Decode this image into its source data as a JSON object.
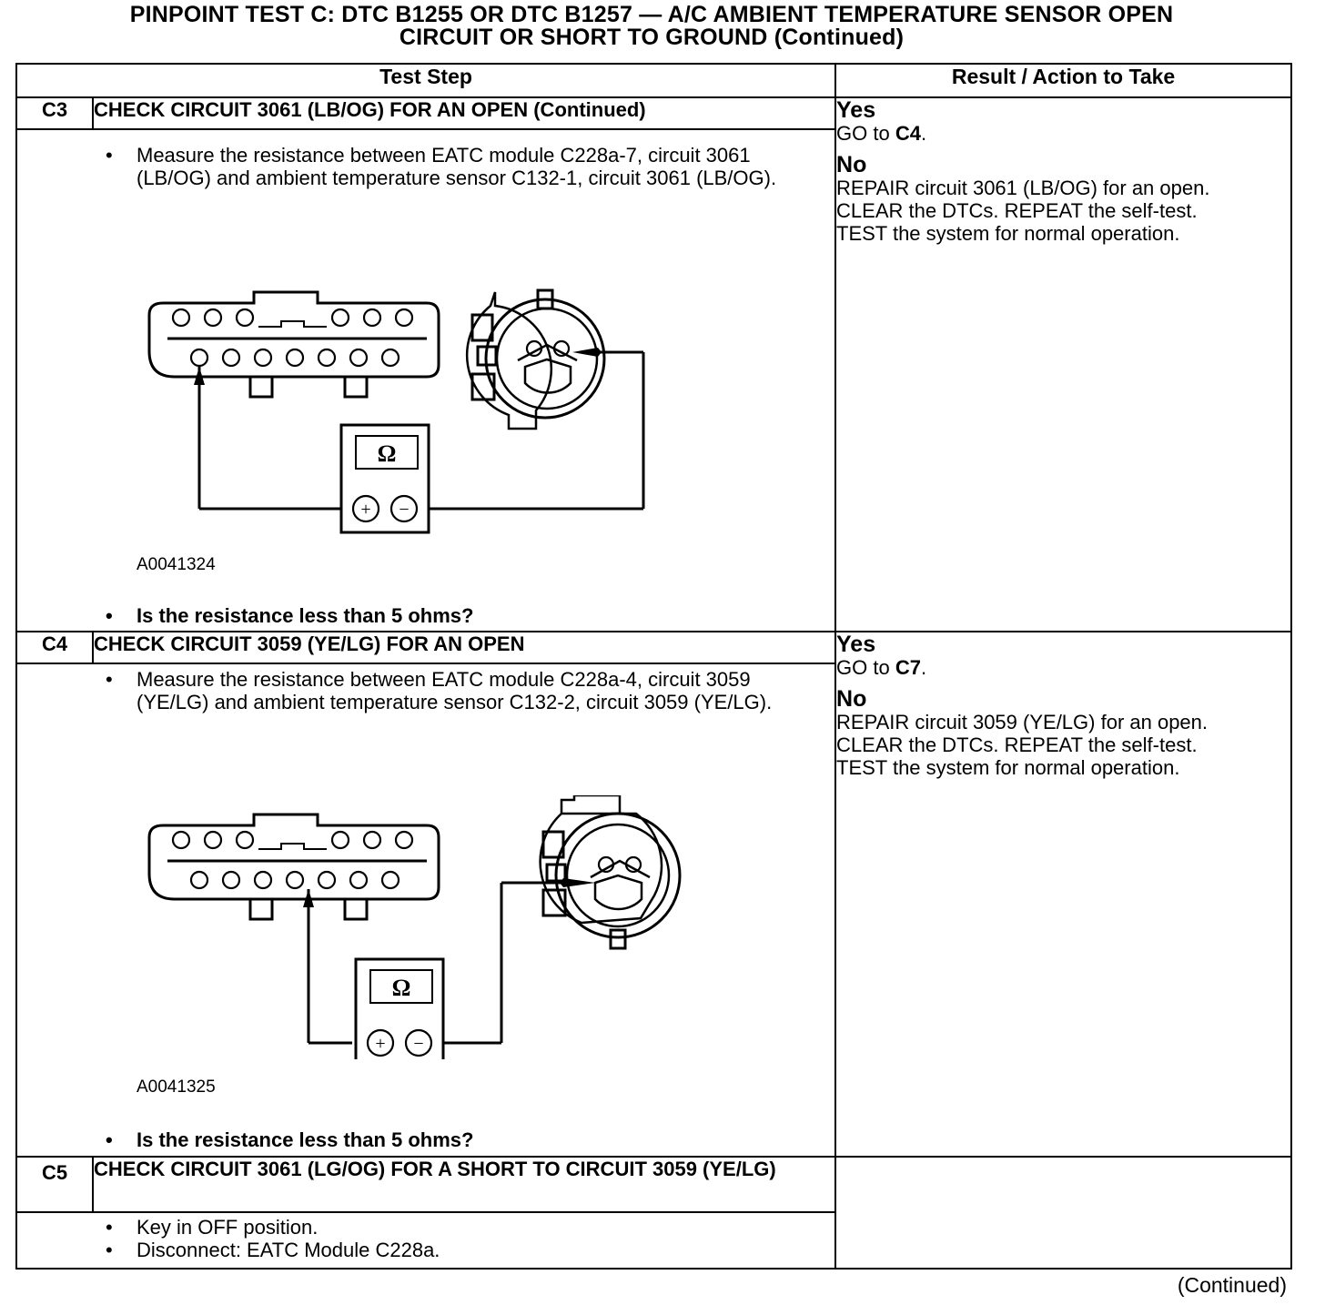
{
  "title": {
    "line1": "PINPOINT TEST  C: DTC B1255 OR DTC B1257 — A/C AMBIENT TEMPERATURE SENSOR OPEN",
    "line2": "CIRCUIT OR SHORT TO GROUND (Continued)"
  },
  "table": {
    "header_step": "Test Step",
    "header_result": "Result / Action to Take"
  },
  "steps": [
    {
      "id": "C3",
      "title": "CHECK CIRCUIT 3061 (LB/OG) FOR AN OPEN (Continued)",
      "instruction": "Measure the resistance between EATC module C228a-7, circuit 3061 (LB/OG) and ambient temperature sensor C132-1, circuit 3061 (LB/OG).",
      "figure_ref": "A0041324",
      "question": "Is the resistance less than 5 ohms?",
      "yes_label": "Yes",
      "yes_go": "GO to",
      "yes_target": "C4",
      "no_label": "No",
      "no_text_1": "REPAIR circuit 3061 (LB/OG) for an open.",
      "no_text_2": "CLEAR the DTCs. REPEAT the self-test.",
      "no_text_3": "TEST the system for normal operation."
    },
    {
      "id": "C4",
      "title": "CHECK CIRCUIT 3059 (YE/LG) FOR AN OPEN",
      "instruction": "Measure the resistance between EATC module C228a-4, circuit 3059 (YE/LG) and ambient temperature sensor C132-2, circuit 3059 (YE/LG).",
      "figure_ref": "A0041325",
      "question": "Is the resistance less than 5 ohms?",
      "yes_label": "Yes",
      "yes_go": "GO to",
      "yes_target": "C7",
      "no_label": "No",
      "no_text_1": "REPAIR circuit 3059 (YE/LG) for an open.",
      "no_text_2": "CLEAR the DTCs. REPEAT the self-test.",
      "no_text_3": "TEST the system for normal operation."
    },
    {
      "id": "C5",
      "title": "CHECK CIRCUIT 3061 (LG/OG) FOR A SHORT TO CIRCUIT 3059 (YE/LG)",
      "bullet_1": "Key in OFF position.",
      "bullet_2": "Disconnect: EATC Module C228a."
    }
  ],
  "meter": {
    "symbol": "Ω",
    "plus": "+",
    "minus": "−"
  },
  "footer": "(Continued)"
}
